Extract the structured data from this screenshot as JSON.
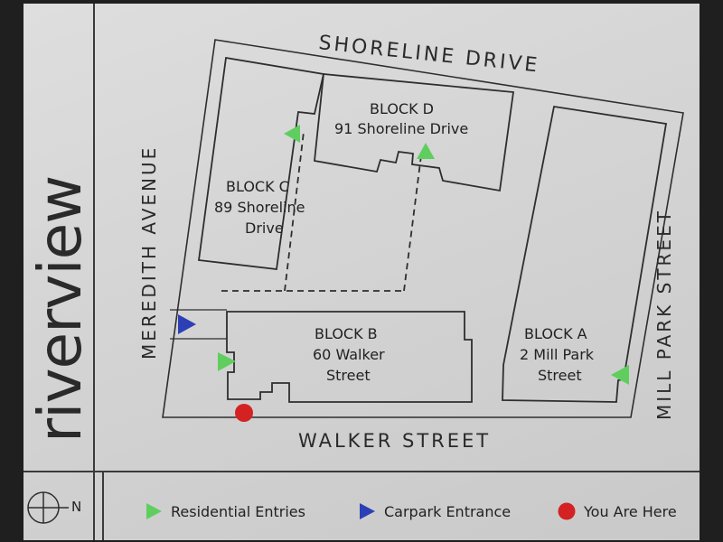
{
  "brand": "riverview",
  "streets": {
    "north": "SHORELINE DRIVE",
    "west": "MEREDITH AVENUE",
    "east": "MILL PARK STREET",
    "south": "WALKER STREET"
  },
  "blocks": {
    "a": [
      "BLOCK A",
      "2 Mill Park",
      "Street"
    ],
    "b": [
      "BLOCK B",
      "60 Walker",
      "Street"
    ],
    "c": [
      "BLOCK C",
      "89 Shoreline",
      "Drive"
    ],
    "d": [
      "BLOCK D",
      "91 Shoreline Drive"
    ]
  },
  "compass": {
    "north_label": "N"
  },
  "legend": {
    "residential": "Residential Entries",
    "carpark": "Carpark Entrance",
    "here": "You Are Here"
  },
  "colors": {
    "residential": "#5fce5f",
    "carpark": "#2d3fb5",
    "here": "#d42222",
    "line": "#2e2e2e",
    "sign": "#d8d8d8"
  }
}
